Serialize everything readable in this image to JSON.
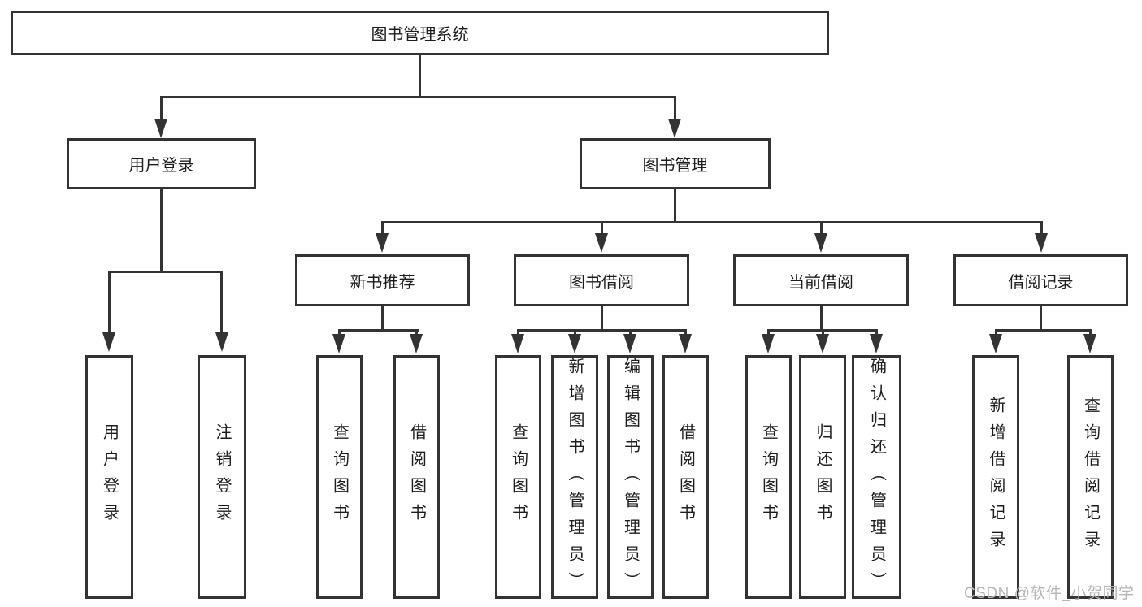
{
  "diagram": {
    "root": "图书管理系统",
    "user_login_branch": {
      "label": "用户登录",
      "children": [
        "用户登录",
        "注销登录"
      ]
    },
    "book_mgmt_branch": {
      "label": "图书管理",
      "children": [
        {
          "label": "新书推荐",
          "children": [
            "查询图书",
            "借阅图书"
          ]
        },
        {
          "label": "图书借阅",
          "children": [
            "查询图书",
            "新增图书（管理员）",
            "编辑图书（管理员）",
            "借阅图书"
          ]
        },
        {
          "label": "当前借阅",
          "children": [
            "查询图书",
            "归还图书",
            "确认归还（管理员）"
          ]
        },
        {
          "label": "借阅记录",
          "children": [
            "新增借阅记录",
            "查询借阅记录"
          ]
        }
      ]
    }
  },
  "watermark": "CSDN @软件_小贺同学",
  "colors": {
    "line": "#333333",
    "text": "#1d1d1d",
    "watermark": "#b6b6b6",
    "background": "#ffffff"
  }
}
